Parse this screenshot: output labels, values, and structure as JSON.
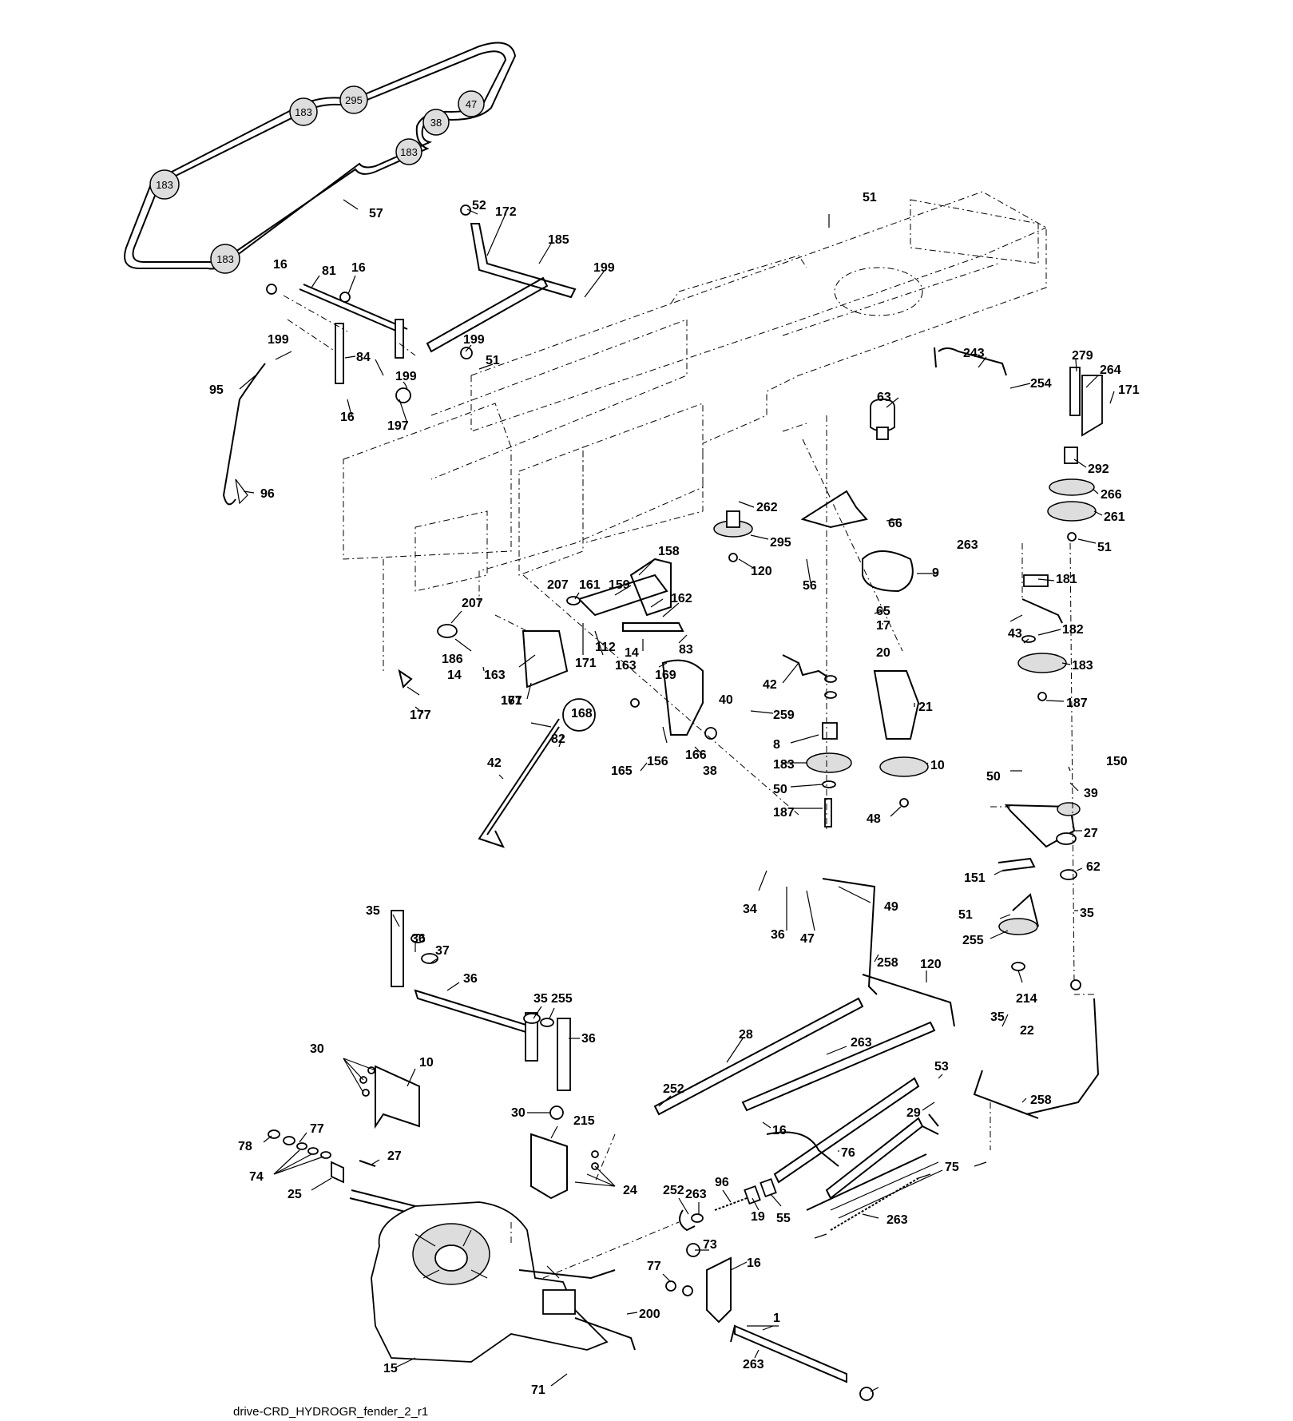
{
  "diagram": {
    "caption": "drive-CRD_HYDROGR_fender_2_r1",
    "belt_pulley_labels": [
      {
        "id": "bp1",
        "text": "183"
      },
      {
        "id": "bp2",
        "text": "295"
      },
      {
        "id": "bp3",
        "text": "47"
      },
      {
        "id": "bp4",
        "text": "38"
      },
      {
        "id": "bp5",
        "text": "183"
      },
      {
        "id": "bp6",
        "text": "183"
      },
      {
        "id": "bp7",
        "text": "183"
      }
    ],
    "callouts": [
      {
        "id": "c57",
        "text": "57"
      },
      {
        "id": "c52",
        "text": "52"
      },
      {
        "id": "c172",
        "text": "172"
      },
      {
        "id": "c185",
        "text": "185"
      },
      {
        "id": "c199a",
        "text": "199"
      },
      {
        "id": "c16a",
        "text": "16"
      },
      {
        "id": "c81",
        "text": "81"
      },
      {
        "id": "c16b",
        "text": "16"
      },
      {
        "id": "c199b",
        "text": "199"
      },
      {
        "id": "c51a",
        "text": "51"
      },
      {
        "id": "c199c",
        "text": "199"
      },
      {
        "id": "c84",
        "text": "84"
      },
      {
        "id": "c199d",
        "text": "199"
      },
      {
        "id": "c95",
        "text": "95"
      },
      {
        "id": "c16c",
        "text": "16"
      },
      {
        "id": "c197",
        "text": "197"
      },
      {
        "id": "c96a",
        "text": "96"
      },
      {
        "id": "c51b",
        "text": "51"
      },
      {
        "id": "c243",
        "text": "243"
      },
      {
        "id": "c254",
        "text": "254"
      },
      {
        "id": "c279",
        "text": "279"
      },
      {
        "id": "c264",
        "text": "264"
      },
      {
        "id": "c171a",
        "text": "171"
      },
      {
        "id": "c63",
        "text": "63"
      },
      {
        "id": "c292",
        "text": "292"
      },
      {
        "id": "c266",
        "text": "266"
      },
      {
        "id": "c261",
        "text": "261"
      },
      {
        "id": "c51c",
        "text": "51"
      },
      {
        "id": "c262",
        "text": "262"
      },
      {
        "id": "c66",
        "text": "66"
      },
      {
        "id": "c295",
        "text": "295"
      },
      {
        "id": "c263a",
        "text": "263"
      },
      {
        "id": "c120a",
        "text": "120"
      },
      {
        "id": "c56",
        "text": "56"
      },
      {
        "id": "c9",
        "text": "9"
      },
      {
        "id": "c181",
        "text": "181"
      },
      {
        "id": "c65",
        "text": "65"
      },
      {
        "id": "c17",
        "text": "17"
      },
      {
        "id": "c182",
        "text": "182"
      },
      {
        "id": "c43",
        "text": "43"
      },
      {
        "id": "c20",
        "text": "20"
      },
      {
        "id": "c183a",
        "text": "183"
      },
      {
        "id": "c187a",
        "text": "187"
      },
      {
        "id": "c158",
        "text": "158"
      },
      {
        "id": "c161",
        "text": "161"
      },
      {
        "id": "c159",
        "text": "159"
      },
      {
        "id": "c207a",
        "text": "207"
      },
      {
        "id": "c162",
        "text": "162"
      },
      {
        "id": "c207b",
        "text": "207"
      },
      {
        "id": "c112",
        "text": "112"
      },
      {
        "id": "c14a",
        "text": "14"
      },
      {
        "id": "c83",
        "text": "83"
      },
      {
        "id": "c186",
        "text": "186"
      },
      {
        "id": "c14b",
        "text": "14"
      },
      {
        "id": "c163a",
        "text": "163"
      },
      {
        "id": "c171b",
        "text": "171"
      },
      {
        "id": "c163b",
        "text": "163"
      },
      {
        "id": "c167",
        "text": "167"
      },
      {
        "id": "c169",
        "text": "169"
      },
      {
        "id": "c171c",
        "text": "171"
      },
      {
        "id": "c177",
        "text": "177"
      },
      {
        "id": "c42a",
        "text": "42"
      },
      {
        "id": "c259",
        "text": "259"
      },
      {
        "id": "c21",
        "text": "21"
      },
      {
        "id": "c168",
        "text": "168"
      },
      {
        "id": "c40",
        "text": "40"
      },
      {
        "id": "c8",
        "text": "8"
      },
      {
        "id": "c82",
        "text": "82"
      },
      {
        "id": "c165",
        "text": "165"
      },
      {
        "id": "c156",
        "text": "156"
      },
      {
        "id": "c166",
        "text": "166"
      },
      {
        "id": "c38",
        "text": "38"
      },
      {
        "id": "c183b",
        "text": "183"
      },
      {
        "id": "c10a",
        "text": "10"
      },
      {
        "id": "c42b",
        "text": "42"
      },
      {
        "id": "c50a",
        "text": "50"
      },
      {
        "id": "c50b",
        "text": "50"
      },
      {
        "id": "c150",
        "text": "150"
      },
      {
        "id": "c39",
        "text": "39"
      },
      {
        "id": "c187b",
        "text": "187"
      },
      {
        "id": "c48",
        "text": "48"
      },
      {
        "id": "c27a",
        "text": "27"
      },
      {
        "id": "c151",
        "text": "151"
      },
      {
        "id": "c62",
        "text": "62"
      },
      {
        "id": "c34",
        "text": "34"
      },
      {
        "id": "c49",
        "text": "49"
      },
      {
        "id": "c51d",
        "text": "51"
      },
      {
        "id": "c35a",
        "text": "35"
      },
      {
        "id": "c36a",
        "text": "36"
      },
      {
        "id": "c47",
        "text": "47"
      },
      {
        "id": "c255a",
        "text": "255"
      },
      {
        "id": "c35b",
        "text": "35"
      },
      {
        "id": "c36b",
        "text": "36"
      },
      {
        "id": "c37",
        "text": "37"
      },
      {
        "id": "c258a",
        "text": "258"
      },
      {
        "id": "c120b",
        "text": "120"
      },
      {
        "id": "c214",
        "text": "214"
      },
      {
        "id": "c36c",
        "text": "36"
      },
      {
        "id": "c35c",
        "text": "35"
      },
      {
        "id": "c255b",
        "text": "255"
      },
      {
        "id": "c36d",
        "text": "36"
      },
      {
        "id": "c35d",
        "text": "35"
      },
      {
        "id": "c22",
        "text": "22"
      },
      {
        "id": "c28",
        "text": "28"
      },
      {
        "id": "c263b",
        "text": "263"
      },
      {
        "id": "c30a",
        "text": "30"
      },
      {
        "id": "c10b",
        "text": "10"
      },
      {
        "id": "c53",
        "text": "53"
      },
      {
        "id": "c258b",
        "text": "258"
      },
      {
        "id": "c252a",
        "text": "252"
      },
      {
        "id": "c29",
        "text": "29"
      },
      {
        "id": "c16d",
        "text": "16"
      },
      {
        "id": "c30b",
        "text": "30"
      },
      {
        "id": "c215",
        "text": "215"
      },
      {
        "id": "c76",
        "text": "76"
      },
      {
        "id": "c78",
        "text": "78"
      },
      {
        "id": "c77a",
        "text": "77"
      },
      {
        "id": "c27b",
        "text": "27"
      },
      {
        "id": "c75",
        "text": "75"
      },
      {
        "id": "c74",
        "text": "74"
      },
      {
        "id": "c25",
        "text": "25"
      },
      {
        "id": "c96b",
        "text": "96"
      },
      {
        "id": "c252b",
        "text": "252"
      },
      {
        "id": "c263c",
        "text": "263"
      },
      {
        "id": "c24",
        "text": "24"
      },
      {
        "id": "c19",
        "text": "19"
      },
      {
        "id": "c55",
        "text": "55"
      },
      {
        "id": "c263d",
        "text": "263"
      },
      {
        "id": "c73",
        "text": "73"
      },
      {
        "id": "c16e",
        "text": "16"
      },
      {
        "id": "c77b",
        "text": "77"
      },
      {
        "id": "c200",
        "text": "200"
      },
      {
        "id": "c1",
        "text": "1"
      },
      {
        "id": "c15",
        "text": "15"
      },
      {
        "id": "c71",
        "text": "71"
      },
      {
        "id": "c263e",
        "text": "263"
      }
    ]
  }
}
